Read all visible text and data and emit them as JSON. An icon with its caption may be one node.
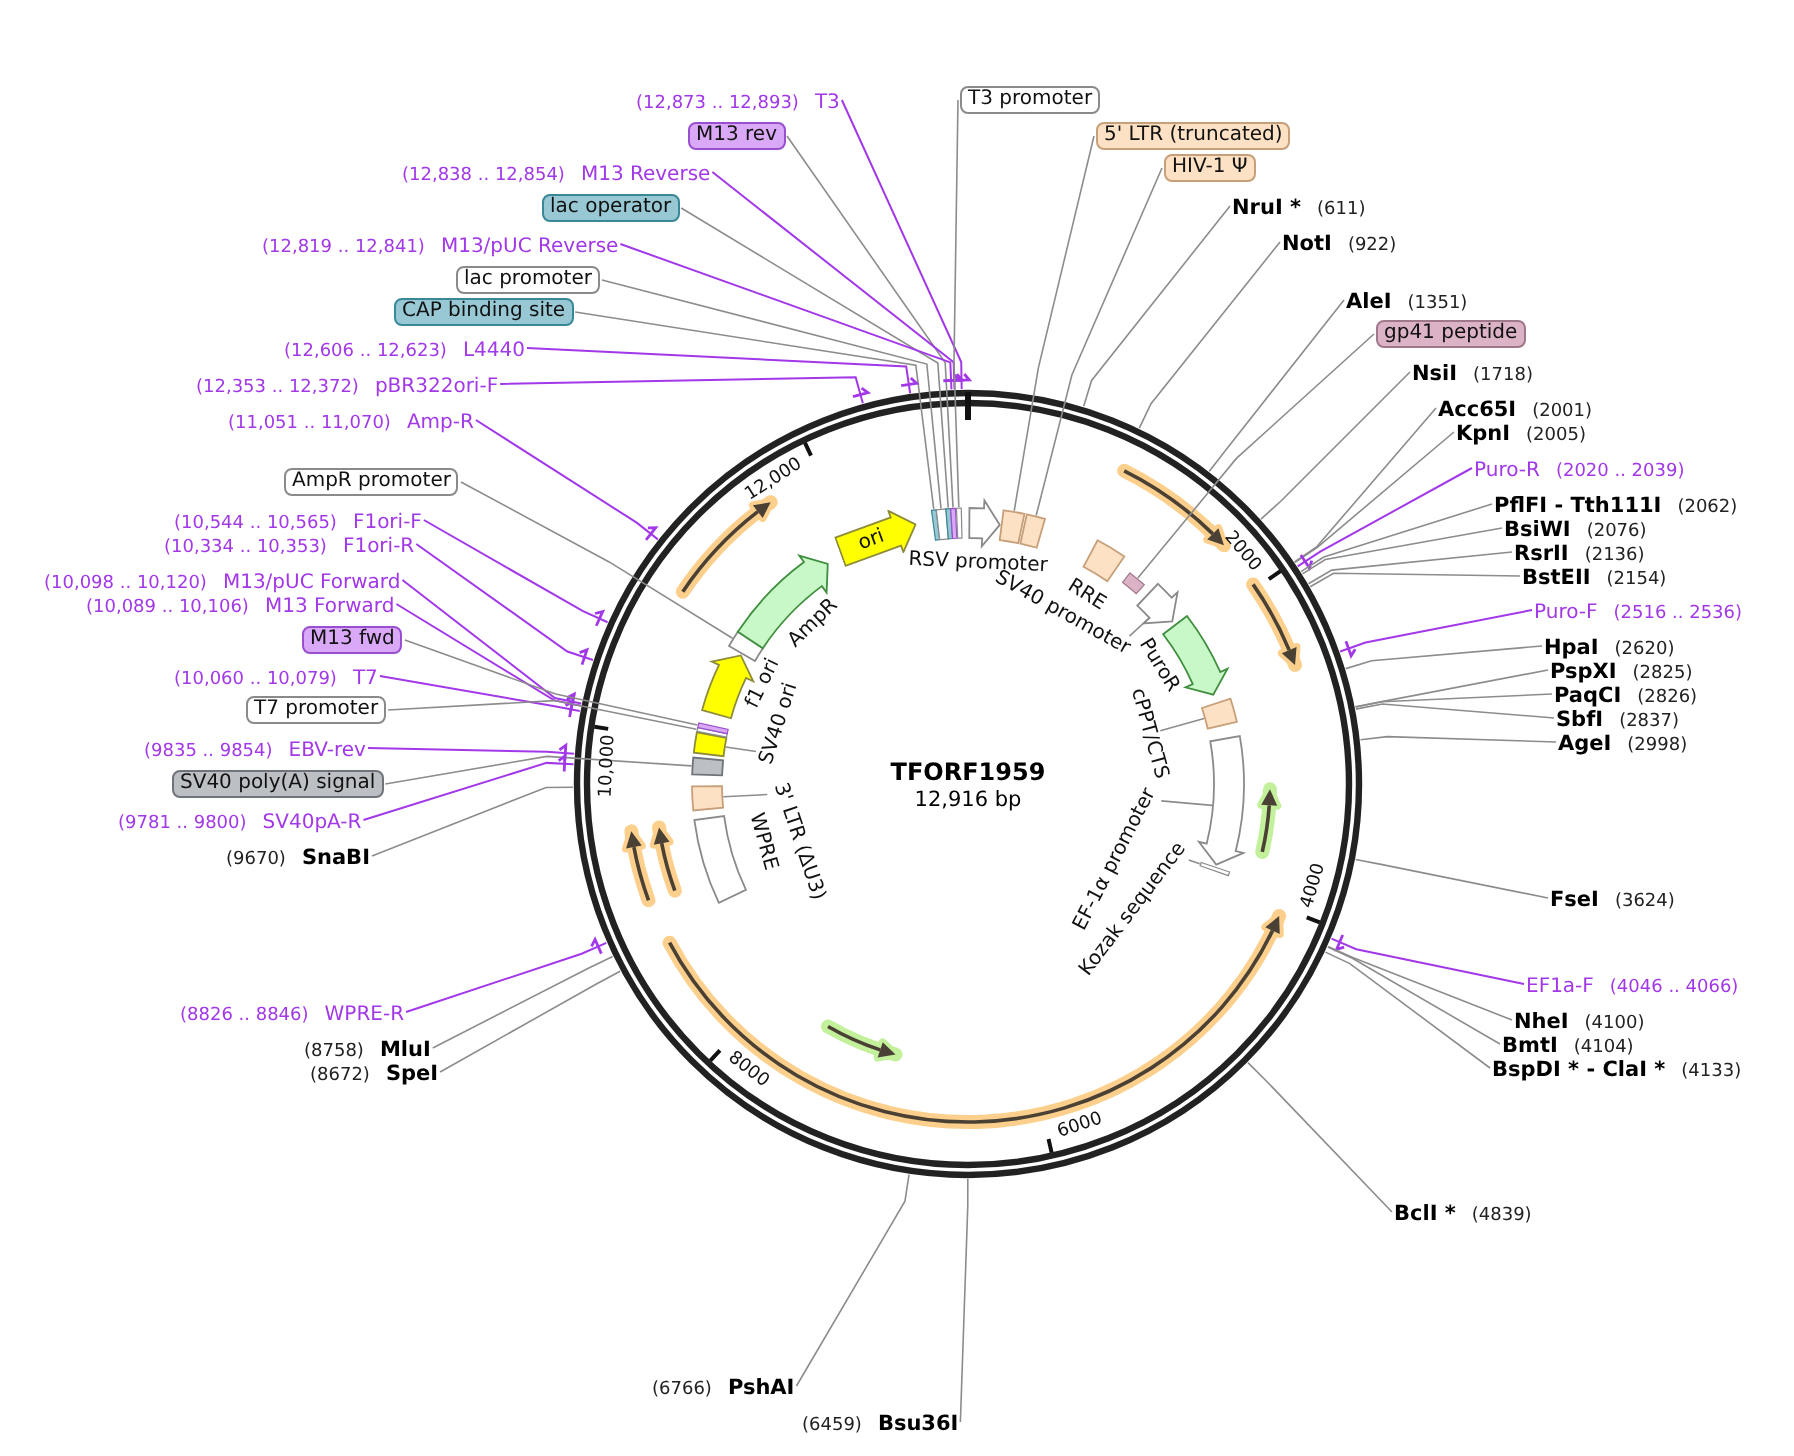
{
  "diagram": {
    "nodes": [
      {
        "text": [
          "TFORF1959",
          "12,916 bp"
        ]
      },
      {
        "text": [],
        "shape": "bar",
        "in": 0
      },
      {
        "text": [],
        "shape": "bar",
        "in": 0
      },
      {
        "text": [],
        "shape": "bar",
        "in": 0
      },
      {
        "text": [],
        "shape": "bar",
        "in": 0
      },
      {
        "text": [],
        "shape": "bar",
        "in": 0
      },
      {
        "text": [],
        "shape": "arrow",
        "in": 0,
        "beside": [
          "RSV promoter"
        ]
      },
      {
        "text": [],
        "shape": "box",
        "in": 0
      },
      {
        "text": [],
        "shape": "box",
        "in": 0
      },
      {
        "text": [],
        "shape": "box",
        "in": 0,
        "beside": [
          "RRE"
        ]
      },
      {
        "text": [],
        "shape": "bar",
        "in": 0
      },
      {
        "text": [],
        "shape": "arrow",
        "in": 0
      },
      {
        "text": [],
        "shape": "arrow",
        "in": 0,
        "beside": [
          "PuroR"
        ]
      },
      {
        "text": [],
        "shape": "box",
        "in": 0
      },
      {
        "text": [],
        "shape": "arrow",
        "in": 0
      },
      {
        "text": [],
        "shape": "bar",
        "in": 0
      },
      {
        "text": [],
        "shape": "box",
        "in": 0,
        "beside": [
          "WPRE"
        ]
      },
      {
        "text": [],
        "shape": "box",
        "in": 0
      },
      {
        "text": [],
        "shape": "box",
        "in": 0
      },
      {
        "text": [],
        "shape": "box",
        "in": 0
      },
      {
        "text": [],
        "shape": "bar",
        "in": 0
      },
      {
        "text": [],
        "shape": "bar",
        "in": 0
      },
      {
        "text": [],
        "shape": "arrow",
        "in": 0,
        "beside": [
          "f1 ori"
        ]
      },
      {
        "text": [],
        "shape": "box",
        "in": 0
      },
      {
        "text": [],
        "shape": "arrow",
        "in": 0,
        "beside": [
          "AmpR"
        ]
      },
      {
        "text": [
          "ori"
        ],
        "in": 0
      },
      {
        "text": [
          "SV40 promoter"
        ],
        "in": 0
      },
      {
        "text": [
          "cPPT/CTS"
        ],
        "in": 0
      },
      {
        "text": [
          "EF-1α promoter"
        ],
        "in": 0
      },
      {
        "text": [
          "Kozak sequence"
        ],
        "in": 0
      },
      {
        "text": [
          "3' LTR (ΔU3)"
        ],
        "in": 0
      },
      {
        "text": [
          "SV40 ori"
        ],
        "in": 0
      },
      {
        "text": [
          "(12,873 .. 12,893)",
          "T3"
        ]
      },
      {
        "text": [
          "M13 rev"
        ]
      },
      {
        "text": [
          "(12,838 .. 12,854)",
          "M13 Reverse"
        ]
      },
      {
        "text": [
          "lac operator"
        ]
      },
      {
        "text": [
          "(12,819 .. 12,841)",
          "M13/pUC Reverse"
        ]
      },
      {
        "text": [
          "lac promoter"
        ]
      },
      {
        "text": [
          "CAP binding site"
        ]
      },
      {
        "text": [
          "(12,606 .. 12,623)",
          "L4440"
        ]
      },
      {
        "text": [
          "(12,353 .. 12,372)",
          "pBR322ori-F"
        ]
      },
      {
        "text": [
          "(11,051 .. 11,070)",
          "Amp-R"
        ]
      },
      {
        "text": [
          "AmpR promoter"
        ]
      },
      {
        "text": [
          "(10,544 .. 10,565)",
          "F1ori-F"
        ]
      },
      {
        "text": [
          "(10,334 .. 10,353)",
          "F1ori-R"
        ]
      },
      {
        "text": [
          "(10,098 .. 10,120)",
          "M13/pUC Forward"
        ]
      },
      {
        "text": [
          "(10,089 .. 10,106)",
          "M13 Forward"
        ]
      },
      {
        "text": [
          "M13 fwd"
        ]
      },
      {
        "text": [
          "(10,060 .. 10,079)",
          "T7"
        ]
      },
      {
        "text": [
          "T7 promoter"
        ]
      },
      {
        "text": [
          "(9835 .. 9854)",
          "EBV-rev"
        ]
      },
      {
        "text": [
          "SV40 poly(A) signal"
        ]
      },
      {
        "text": [
          "(9781 .. 9800)",
          "SV40pA-R"
        ]
      },
      {
        "text": [
          "(9670)",
          "SnaBI"
        ]
      },
      {
        "text": [
          "(8826 .. 8846)",
          "WPRE-R"
        ]
      },
      {
        "text": [
          "(8758)",
          "MluI"
        ]
      },
      {
        "text": [
          "(8672)",
          "SpeI"
        ]
      },
      {
        "text": [
          "(6766)",
          "PshAI"
        ]
      },
      {
        "text": [
          "(6459)",
          "Bsu36I"
        ]
      },
      {
        "text": [
          "T3 promoter"
        ]
      },
      {
        "text": [
          "5' LTR (truncated)"
        ]
      },
      {
        "text": [
          "HIV-1 Ψ"
        ]
      },
      {
        "text": [
          "NruI *",
          "(611)"
        ]
      },
      {
        "text": [
          "NotI",
          "(922)"
        ]
      },
      {
        "text": [
          "AleI",
          "(1351)"
        ]
      },
      {
        "text": [
          "gp41 peptide"
        ]
      },
      {
        "text": [
          "NsiI",
          "(1718)"
        ]
      },
      {
        "text": [
          "Acc65I",
          "(2001)"
        ]
      },
      {
        "text": [
          "KpnI",
          "(2005)"
        ]
      },
      {
        "text": [
          "Puro-R",
          "(2020 .. 2039)"
        ]
      },
      {
        "text": [
          "PflFI - Tth111I",
          "(2062)"
        ]
      },
      {
        "text": [
          "BsiWI",
          "(2076)"
        ]
      },
      {
        "text": [
          "RsrII",
          "(2136)"
        ]
      },
      {
        "text": [
          "BstEII",
          "(2154)"
        ]
      },
      {
        "text": [
          "Puro-F",
          "(2516 .. 2536)"
        ]
      },
      {
        "text": [
          "HpaI",
          "(2620)"
        ]
      },
      {
        "text": [
          "PspXI",
          "(2825)"
        ]
      },
      {
        "text": [
          "PaqCI",
          "(2826)"
        ]
      },
      {
        "text": [
          "SbfI",
          "(2837)"
        ]
      },
      {
        "text": [
          "AgeI",
          "(2998)"
        ]
      },
      {
        "text": [
          "FseI",
          "(3624)"
        ]
      },
      {
        "text": [
          "EF1a-F",
          "(4046 .. 4066)"
        ]
      },
      {
        "text": [
          "NheI",
          "(4100)"
        ]
      },
      {
        "text": [
          "BmtI",
          "(4104)"
        ]
      },
      {
        "text": [
          "BspDI * - ClaI *",
          "(4133)"
        ]
      },
      {
        "text": [
          "BclI *",
          "(4839)"
        ]
      }
    ],
    "edges": [
      {
        "from": 32,
        "to": 0,
        "arrow": "none",
        "color": "#a238e8"
      },
      {
        "from": 33,
        "to": 4,
        "arrow": "none"
      },
      {
        "from": 34,
        "to": 0,
        "arrow": "none",
        "color": "#a238e8"
      },
      {
        "from": 35,
        "to": 3,
        "arrow": "none"
      },
      {
        "from": 36,
        "to": 0,
        "arrow": "none",
        "color": "#a238e8"
      },
      {
        "from": 37,
        "to": 2,
        "arrow": "none"
      },
      {
        "from": 38,
        "to": 1,
        "arrow": "none"
      },
      {
        "from": 39,
        "to": 0,
        "arrow": "none",
        "color": "#a238e8"
      },
      {
        "from": 40,
        "to": 0,
        "arrow": "none",
        "color": "#a238e8"
      },
      {
        "from": 41,
        "to": 0,
        "arrow": "none",
        "color": "#a238e8"
      },
      {
        "from": 42,
        "to": 23,
        "arrow": "none"
      },
      {
        "from": 43,
        "to": 0,
        "arrow": "none",
        "color": "#a238e8"
      },
      {
        "from": 44,
        "to": 0,
        "arrow": "none",
        "color": "#a238e8"
      },
      {
        "from": 45,
        "to": 0,
        "arrow": "none",
        "color": "#a238e8"
      },
      {
        "from": 46,
        "to": 0,
        "arrow": "none",
        "color": "#a238e8"
      },
      {
        "from": 47,
        "to": 21,
        "arrow": "none"
      },
      {
        "from": 48,
        "to": 0,
        "arrow": "none",
        "color": "#a238e8"
      },
      {
        "from": 49,
        "to": 20,
        "arrow": "none"
      },
      {
        "from": 50,
        "to": 0,
        "arrow": "none",
        "color": "#a238e8"
      },
      {
        "from": 51,
        "to": 18,
        "arrow": "none"
      },
      {
        "from": 52,
        "to": 0,
        "arrow": "none",
        "color": "#a238e8"
      },
      {
        "from": 53,
        "to": 0,
        "arrow": "none"
      },
      {
        "from": 54,
        "to": 0,
        "arrow": "none",
        "color": "#a238e8"
      },
      {
        "from": 55,
        "to": 0,
        "arrow": "none"
      },
      {
        "from": 56,
        "to": 0,
        "arrow": "none"
      },
      {
        "from": 57,
        "to": 0,
        "arrow": "none"
      },
      {
        "from": 58,
        "to": 0,
        "arrow": "none"
      },
      {
        "from": 59,
        "to": 5,
        "arrow": "none"
      },
      {
        "from": 60,
        "to": 7,
        "arrow": "none"
      },
      {
        "from": 61,
        "to": 8,
        "arrow": "none"
      },
      {
        "from": 62,
        "to": 0,
        "arrow": "none"
      },
      {
        "from": 63,
        "to": 0,
        "arrow": "none"
      },
      {
        "from": 64,
        "to": 0,
        "arrow": "none"
      },
      {
        "from": 65,
        "to": 10,
        "arrow": "none"
      },
      {
        "from": 66,
        "to": 0,
        "arrow": "none"
      },
      {
        "from": 67,
        "to": 0,
        "arrow": "none"
      },
      {
        "from": 68,
        "to": 0,
        "arrow": "none"
      },
      {
        "from": 69,
        "to": 0,
        "arrow": "none",
        "color": "#a238e8"
      },
      {
        "from": 70,
        "to": 0,
        "arrow": "none"
      },
      {
        "from": 71,
        "to": 0,
        "arrow": "none"
      },
      {
        "from": 72,
        "to": 0,
        "arrow": "none"
      },
      {
        "from": 73,
        "to": 0,
        "arrow": "none"
      },
      {
        "from": 74,
        "to": 0,
        "arrow": "none",
        "color": "#a238e8"
      },
      {
        "from": 75,
        "to": 0,
        "arrow": "none"
      },
      {
        "from": 76,
        "to": 0,
        "arrow": "none"
      },
      {
        "from": 77,
        "to": 0,
        "arrow": "none"
      },
      {
        "from": 78,
        "to": 0,
        "arrow": "none"
      },
      {
        "from": 79,
        "to": 0,
        "arrow": "none"
      },
      {
        "from": 80,
        "to": 0,
        "arrow": "none"
      },
      {
        "from": 81,
        "to": 0,
        "arrow": "none",
        "color": "#a238e8"
      },
      {
        "from": 82,
        "to": 0,
        "arrow": "none"
      },
      {
        "from": 83,
        "to": 0,
        "arrow": "none"
      },
      {
        "from": 84,
        "to": 0,
        "arrow": "none"
      },
      {
        "from": 85,
        "to": 0,
        "arrow": "none"
      },
      {
        "from": 26,
        "to": 11,
        "arrow": "none"
      },
      {
        "from": 27,
        "to": 13,
        "arrow": "none"
      },
      {
        "from": 28,
        "to": 14,
        "arrow": "none"
      },
      {
        "from": 29,
        "to": 15,
        "arrow": "none"
      },
      {
        "from": 30,
        "to": 17,
        "arrow": "none"
      },
      {
        "from": 31,
        "to": 19,
        "arrow": "none"
      }
    ],
    "labels": [
      "2000",
      "4000",
      "6000",
      "8000",
      "10,000",
      "12,000"
    ]
  }
}
